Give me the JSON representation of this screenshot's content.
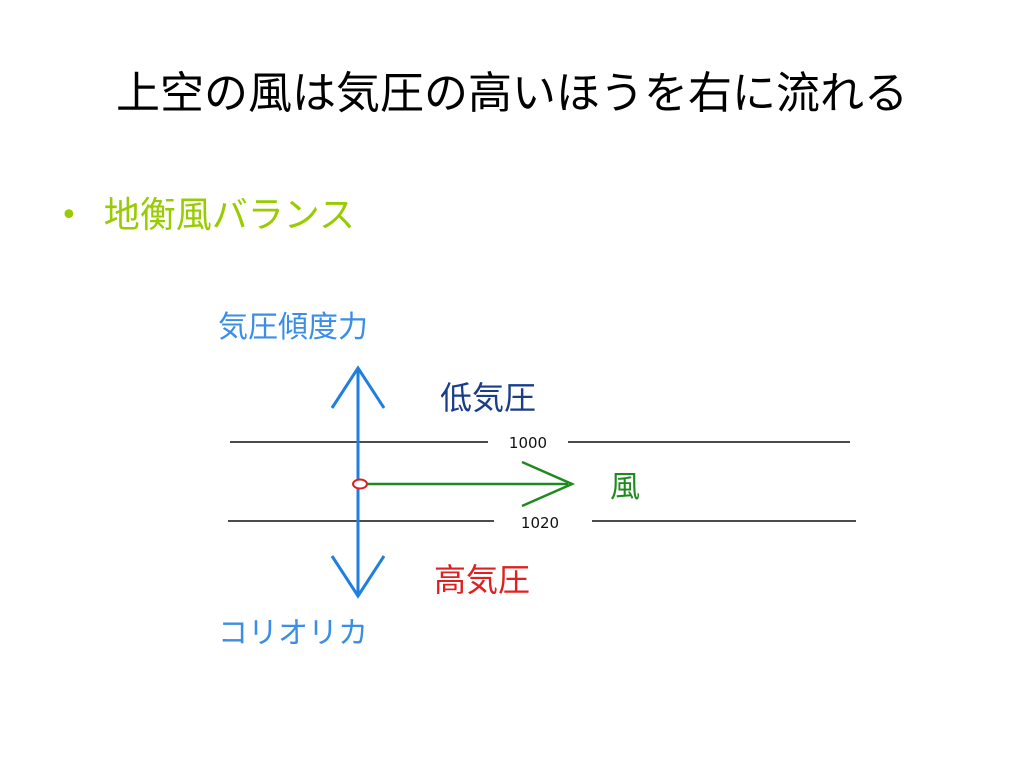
{
  "slide": {
    "title": "上空の風は気圧の高いほうを右に流れる",
    "bullet": "地衡風バランス"
  },
  "diagram": {
    "labels": {
      "pressure_gradient_force": "気圧傾度力",
      "low_pressure": "低気圧",
      "wind": "風",
      "high_pressure": "高気圧",
      "coriolis_force": "コリオリカ"
    },
    "isobars": {
      "upper_value": "1000",
      "lower_value": "1020"
    }
  },
  "colors": {
    "title_text": "#000000",
    "bullet": "#99cc00",
    "force_label": "#3a8ee6",
    "force_arrow": "#1f7fe0",
    "low_pressure": "#1a3d8a",
    "high_pressure": "#e02020",
    "wind": "#1e8a1e",
    "isobar": "#111111",
    "origin_point": "#e02020"
  }
}
